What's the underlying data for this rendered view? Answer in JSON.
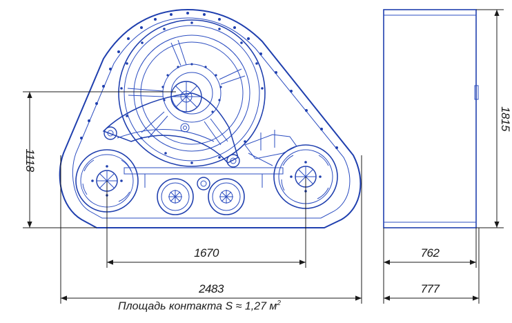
{
  "dimensions": {
    "height_side": "1118",
    "height_front": "1815",
    "wheelbase": "1670",
    "length": "2483",
    "width_inner": "762",
    "width_outer": "777"
  },
  "caption": {
    "text": "Площадь контакта S ≈ 1,27 м",
    "superscript": "2"
  },
  "colors": {
    "drawing_line": "#1f3fae",
    "dimension_line": "#1a1a1a",
    "background": "#ffffff"
  }
}
